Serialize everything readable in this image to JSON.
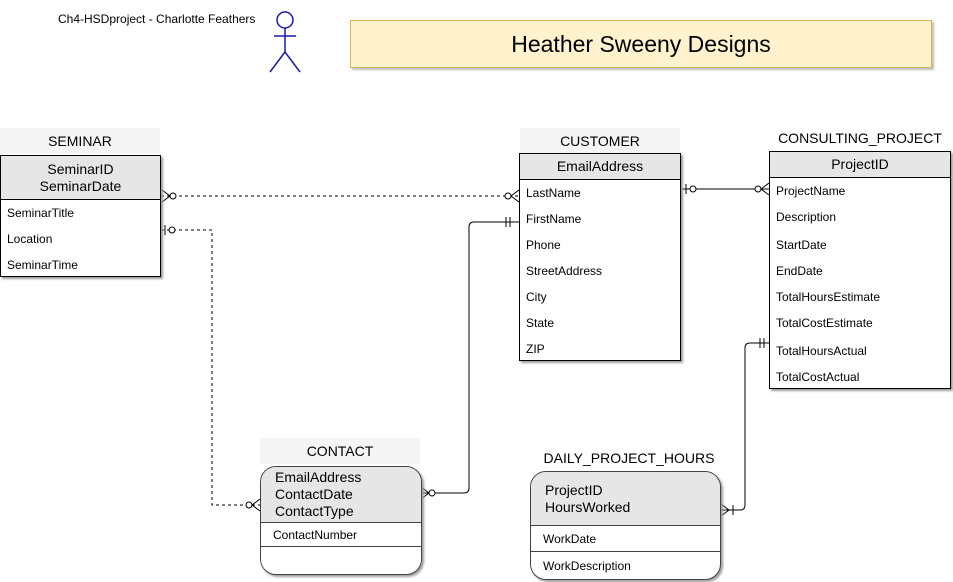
{
  "caption": "Ch4-HSDproject - Charlotte Feathers",
  "banner_title": "Heather Sweeny Designs",
  "entities": {
    "seminar": {
      "name": "SEMINAR",
      "keys": [
        "SeminarID",
        "SeminarDate"
      ],
      "attributes": [
        "SeminarTitle",
        "Location",
        "SeminarTime"
      ]
    },
    "customer": {
      "name": "CUSTOMER",
      "keys": [
        "EmailAddress"
      ],
      "attributes": [
        "LastName",
        "FirstName",
        "Phone",
        "StreetAddress",
        "City",
        "State",
        "ZIP"
      ]
    },
    "consulting_project": {
      "name": "CONSULTING_PROJECT",
      "keys": [
        "ProjectID"
      ],
      "attributes": [
        "ProjectName",
        "Description",
        "StartDate",
        "EndDate",
        "TotalHoursEstimate",
        "TotalCostEstimate",
        "TotalHoursActual",
        "TotalCostActual"
      ]
    },
    "contact": {
      "name": "CONTACT",
      "keys": [
        "EmailAddress",
        "ContactDate",
        "ContactType"
      ],
      "attributes": [
        "ContactNumber"
      ]
    },
    "daily_project_hours": {
      "name": "DAILY_PROJECT_HOURS",
      "keys": [
        "ProjectID",
        "HoursWorked"
      ],
      "attributes": [
        "WorkDate",
        "WorkDescription"
      ]
    }
  },
  "colors": {
    "banner_fill": "#fff2cc",
    "banner_border": "#d6b656",
    "key_fill": "#e6e6e6",
    "title_fill": "#f5f5f5",
    "actor_stroke": "#1a1aa6"
  },
  "icons": [
    "actor-stick-figure-icon"
  ]
}
